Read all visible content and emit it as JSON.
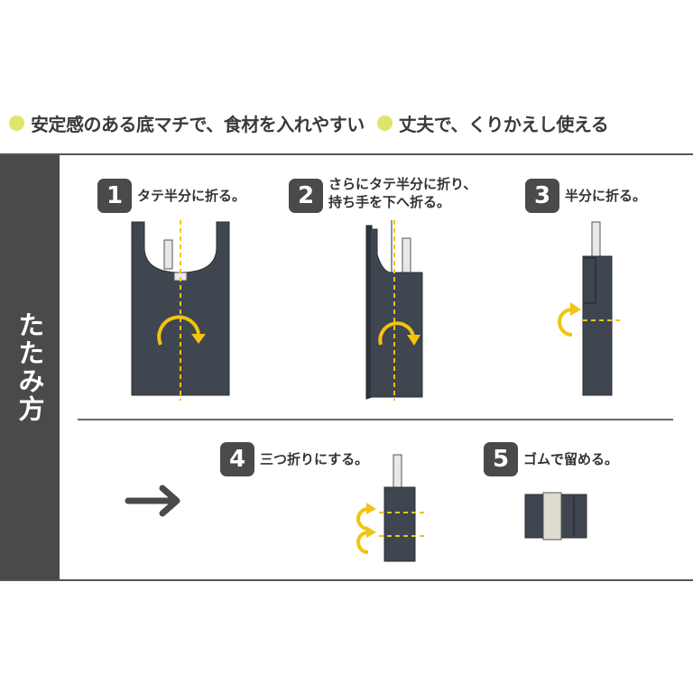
{
  "features": [
    {
      "text": "安定感のある底マチで、食材を入れやすい"
    },
    {
      "text": "丈夫で、くりかえし使える"
    }
  ],
  "section_title": "たたみ方",
  "steps": [
    {
      "number": "1",
      "text": "タテ半分に折る。"
    },
    {
      "number": "2",
      "line1": "さらにタテ半分に折り、",
      "line2": "持ち手を下へ折る。"
    },
    {
      "number": "3",
      "text": "半分に折る。"
    },
    {
      "number": "4",
      "text": "三つ折りにする。"
    },
    {
      "number": "5",
      "text": "ゴムで留める。"
    }
  ],
  "colors": {
    "bag": "#3f4650",
    "handle": "#e8e8e8",
    "band": "#dedbd0",
    "accent": "#f1c40f",
    "dot": "#dfe46a",
    "side_panel": "#4a4a4a",
    "badge": "#4a4a4a"
  }
}
